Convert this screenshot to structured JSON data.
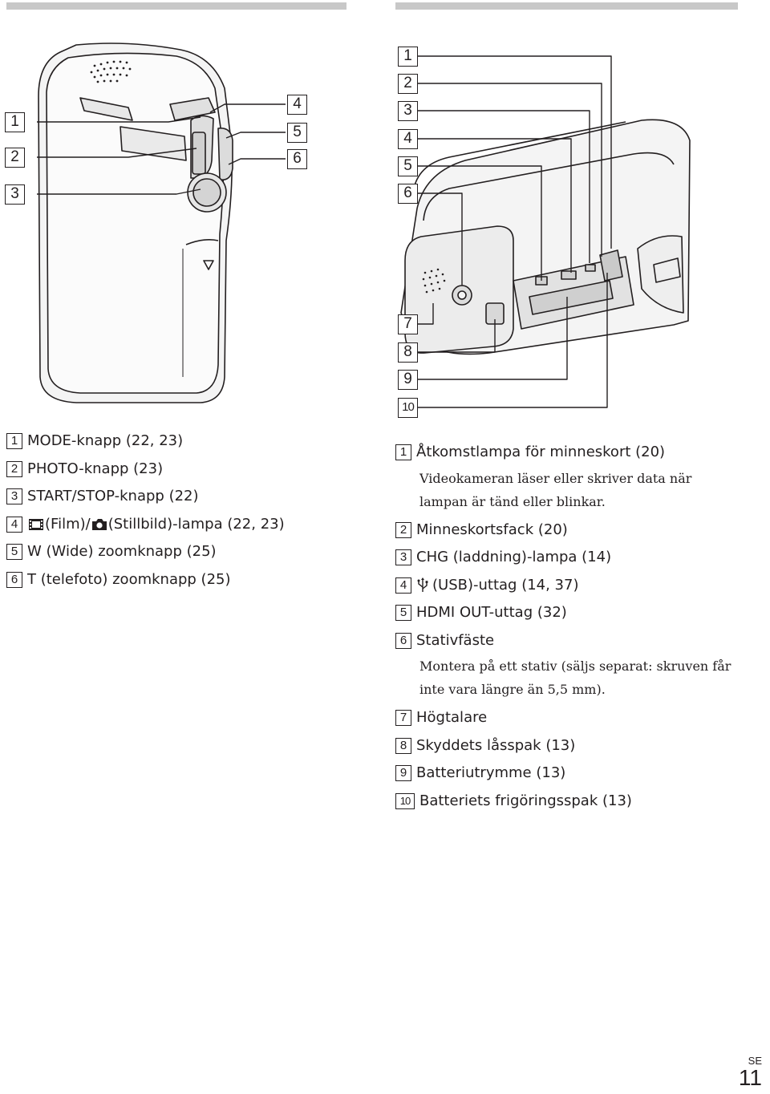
{
  "callouts": {
    "left_fig": [
      "1",
      "2",
      "3",
      "4",
      "5",
      "6"
    ],
    "right_fig": [
      "1",
      "2",
      "3",
      "4",
      "5",
      "6",
      "7",
      "8",
      "9",
      "10"
    ]
  },
  "left_items": [
    {
      "num": "1",
      "text": "MODE-knapp (22, 23)"
    },
    {
      "num": "2",
      "text": "PHOTO-knapp (23)"
    },
    {
      "num": "3",
      "text": "START/STOP-knapp (22)"
    },
    {
      "num": "4",
      "text_a": "(Film)/",
      "text_b": "(Stillbild)-lampa (22, 23)",
      "icon_a": "film-icon",
      "icon_b": "camera-icon"
    },
    {
      "num": "5",
      "text": "W (Wide) zoomknapp (25)"
    },
    {
      "num": "6",
      "text": "T (telefoto) zoomknapp (25)"
    }
  ],
  "right_items": [
    {
      "num": "1",
      "text": "Åtkomstlampa för minneskort (20)",
      "note": [
        "Videokameran läser eller skriver data när",
        "lampan är tänd eller blinkar."
      ]
    },
    {
      "num": "2",
      "text": "Minneskortsfack (20)"
    },
    {
      "num": "3",
      "text": "CHG (laddning)-lampa (14)"
    },
    {
      "num": "4",
      "text": "(USB)-uttag (14, 37)",
      "icon": "usb-icon"
    },
    {
      "num": "5",
      "text": "HDMI OUT-uttag (32)"
    },
    {
      "num": "6",
      "text": "Stativfäste",
      "note": [
        "Montera på ett stativ (säljs separat: skruven får",
        "inte vara längre än 5,5 mm)."
      ]
    },
    {
      "num": "7",
      "text": "Högtalare"
    },
    {
      "num": "8",
      "text": "Skyddets låsspak (13)"
    },
    {
      "num": "9",
      "text": "Batteriutrymme (13)"
    },
    {
      "num": "10",
      "text": "Batteriets frigöringsspak (13)"
    }
  ],
  "page": {
    "lang": "SE",
    "number": "11"
  }
}
